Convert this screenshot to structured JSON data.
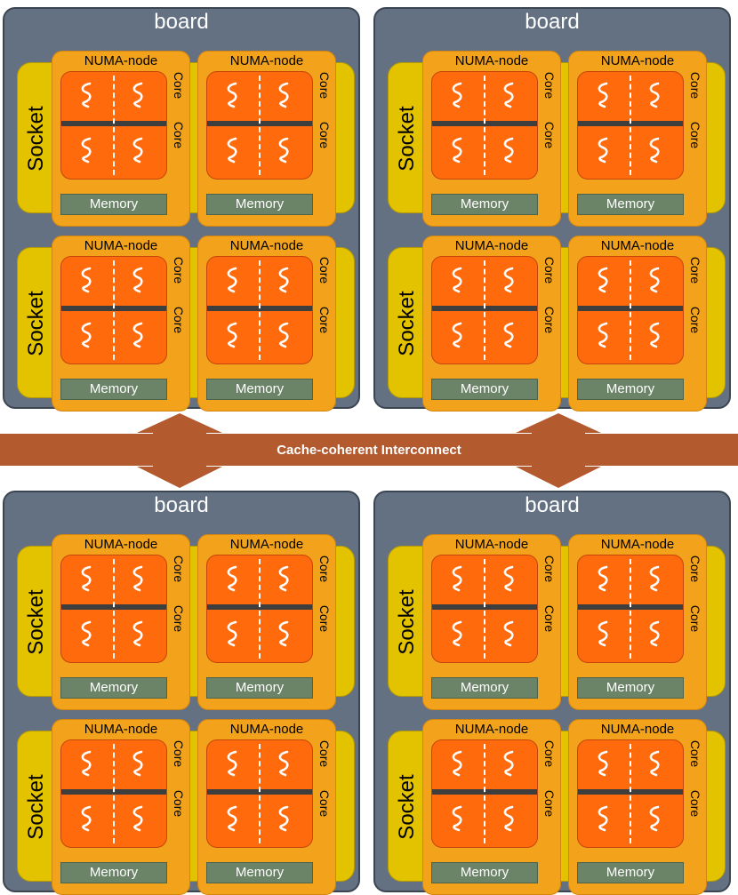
{
  "board_title": "board",
  "socket_label": "Socket",
  "numa_label": "NUMA-node",
  "core_label": "Core",
  "memory_label": "Memory",
  "interconnect_label": "Cache-coherent Interconnect",
  "colors": {
    "board": "#637183",
    "socket": "#e3c300",
    "numa_node": "#f2a31b",
    "core": "#ff6a0d",
    "memory": "#6b8468",
    "interconnect": "#b45a2f"
  },
  "boards": [
    {
      "id": "top-left"
    },
    {
      "id": "top-right"
    },
    {
      "id": "bottom-left"
    },
    {
      "id": "bottom-right"
    }
  ]
}
